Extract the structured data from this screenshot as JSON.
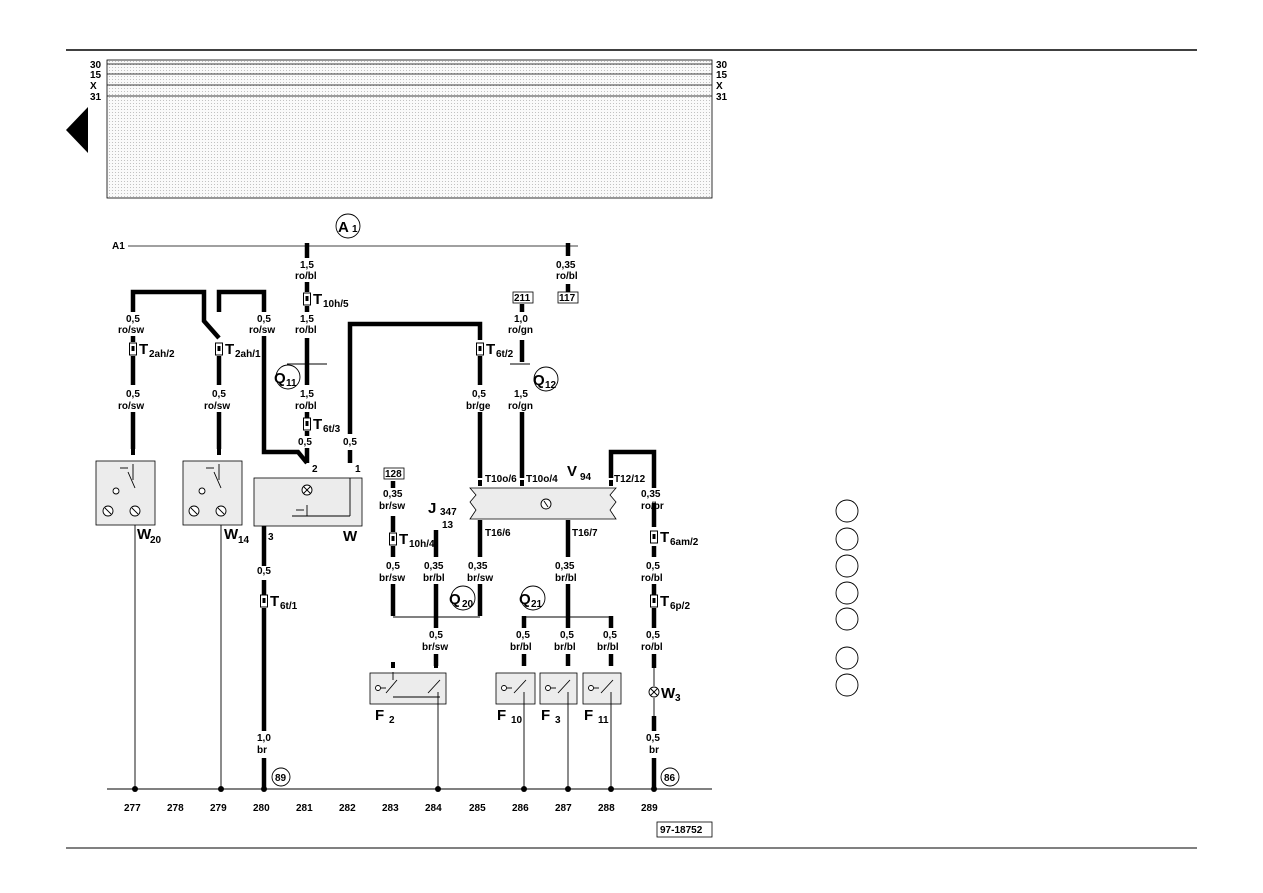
{
  "diagram_id": "97-18752",
  "rails": {
    "left": [
      "30",
      "15",
      "X",
      "31"
    ],
    "right": [
      "30",
      "15",
      "X",
      "31"
    ]
  },
  "ground_bus": "A1",
  "columns": [
    "277",
    "278",
    "279",
    "280",
    "281",
    "282",
    "283",
    "284",
    "285",
    "286",
    "287",
    "288",
    "289"
  ],
  "labels": {
    "a1": "A",
    "a1_sub": "1",
    "q11": "Q",
    "q11_sub": "11",
    "q12": "Q",
    "q12_sub": "12",
    "q20": "Q",
    "q20_sub": "20",
    "q21": "Q",
    "q21_sub": "21",
    "v94": "V",
    "v94_sub": "94",
    "j347": "J",
    "j347_sub": "347",
    "w": "W",
    "w20": "W",
    "w20_sub": "20",
    "w14": "W",
    "w14_sub": "14",
    "w3": "W",
    "w3_sub": "3",
    "f2": "F",
    "f2_sub": "2",
    "f10": "F",
    "f10_sub": "10",
    "f3": "F",
    "f3_sub": "3",
    "f11": "F",
    "f11_sub": "11",
    "ref89": "89",
    "ref86": "86"
  },
  "connectors": {
    "t10h5": "T",
    "t10h5_sub": "10h/5",
    "t2ah2": "T",
    "t2ah2_sub": "2ah/2",
    "t2ah1": "T",
    "t2ah1_sub": "2ah/1",
    "t6t3": "T",
    "t6t3_sub": "6t/3",
    "t6t2": "T",
    "t6t2_sub": "6t/2",
    "t6t1": "T",
    "t6t1_sub": "6t/1",
    "t10h4": "T",
    "t10h4_sub": "10h/4",
    "t6am2": "T",
    "t6am2_sub": "6am/2",
    "t6p2": "T",
    "t6p2_sub": "6p/2",
    "t10o6": "T10o/6",
    "t10o4": "T10o/4",
    "t1212": "T12/12",
    "t166": "T16/6",
    "t167": "T16/7"
  },
  "pins": {
    "w_p2": "2",
    "w_p1": "1",
    "w_p3": "3",
    "j347_p13": "13"
  },
  "refs": {
    "r211": "211",
    "r117": "117",
    "r128": "128"
  },
  "wires": {
    "w280_a": [
      "1,5",
      "ro/bl"
    ],
    "w280_b": [
      "1,5",
      "ro/bl"
    ],
    "w280_c": [
      "1,5",
      "ro/bl"
    ],
    "w280_d": [
      "0,5",
      ""
    ],
    "w282": [
      "0,5",
      ""
    ],
    "w289_top": [
      "0,35",
      "ro/bl"
    ],
    "w277_a": [
      "0,5",
      "ro/sw"
    ],
    "w277_b": [
      "0,5",
      "ro/sw"
    ],
    "w279_a": [
      "0,5",
      "ro/sw"
    ],
    "w279_b": [
      "0,5",
      "ro/sw"
    ],
    "w286_a": [
      "1,0",
      "ro/gn"
    ],
    "w286_b": [
      "1,5",
      "ro/gn"
    ],
    "w285": [
      "0,5",
      "br/ge"
    ],
    "w283_a": [
      "0,35",
      "br/sw"
    ],
    "w283_b": [
      "0,5",
      "br/sw"
    ],
    "w284": [
      "0,35",
      "br/bl"
    ],
    "w285b": [
      "0,35",
      "br/sw"
    ],
    "w284_b": [
      "0,5",
      "br/sw"
    ],
    "w280_e": [
      "0,5",
      ""
    ],
    "w280_f": [
      "1,0",
      "br"
    ],
    "w287": [
      "0,35",
      "br/bl"
    ],
    "w286_c": [
      "0,5",
      "br/bl"
    ],
    "w287_b": [
      "0,5",
      "br/bl"
    ],
    "w288": [
      "0,5",
      "br/bl"
    ],
    "w289_a": [
      "0,35",
      "ro/br"
    ],
    "w289_b": [
      "0,5",
      "ro/bl"
    ],
    "w289_c": [
      "0,5",
      "ro/bl"
    ],
    "w289_d": [
      "0,5",
      "br"
    ]
  }
}
